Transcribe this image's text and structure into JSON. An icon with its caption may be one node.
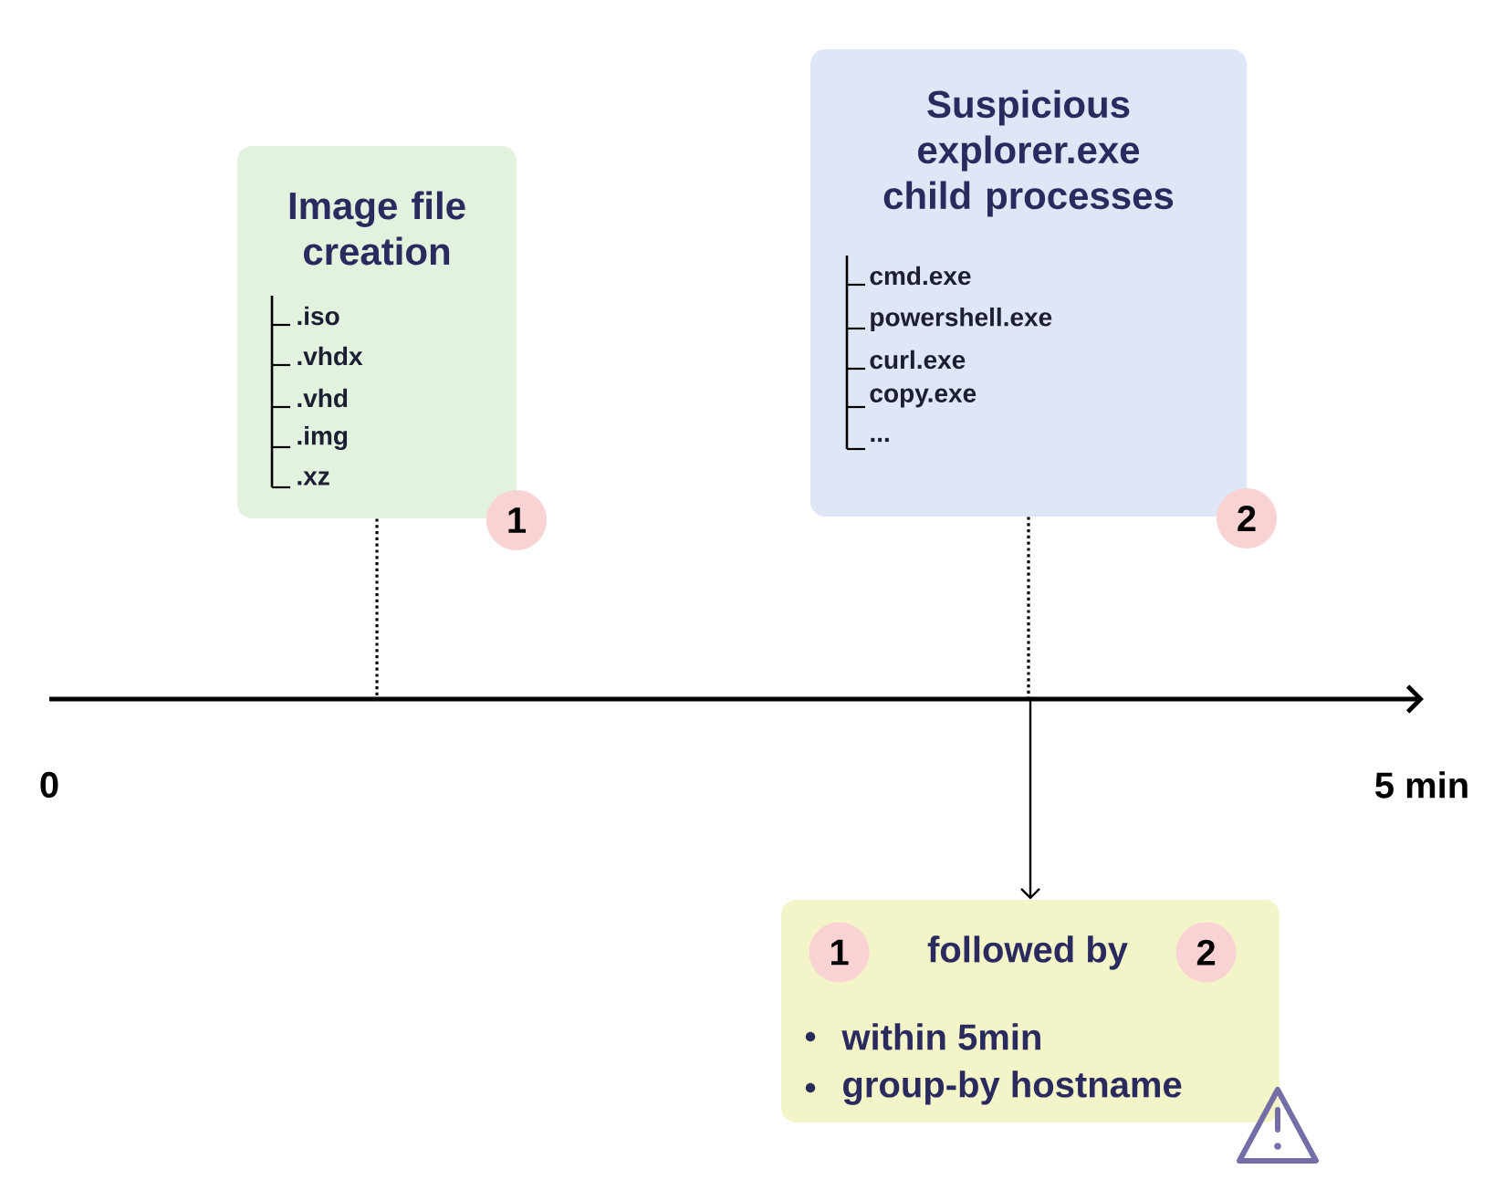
{
  "diagram": {
    "nodes": [
      {
        "text": [
          "Image file creation",
          ".iso",
          ".vhdx",
          ".vhd",
          ".img",
          ".xz"
        ]
      },
      {
        "text": [
          "1"
        ]
      },
      {
        "text": [
          "Suspicious explorer.exe child processes",
          "cmd.exe",
          "powershell.exe",
          "curl.exe",
          "copy.exe",
          "..."
        ]
      },
      {
        "text": [
          "2"
        ]
      },
      {
        "text": [
          "followed by",
          "within 5min",
          "group-by hostname"
        ]
      },
      {
        "text": [
          "1"
        ],
        "in": 4
      },
      {
        "text": [
          "2"
        ],
        "in": 4
      }
    ],
    "edges": [
      {
        "from": 0,
        "to": null,
        "arrow": "none",
        "style": "dashed"
      },
      {
        "from": 2,
        "to": null,
        "arrow": "none",
        "style": "dashed"
      },
      {
        "from": null,
        "to": 4,
        "arrow": "to"
      }
    ],
    "labels": [
      "0",
      "5 min"
    ]
  }
}
